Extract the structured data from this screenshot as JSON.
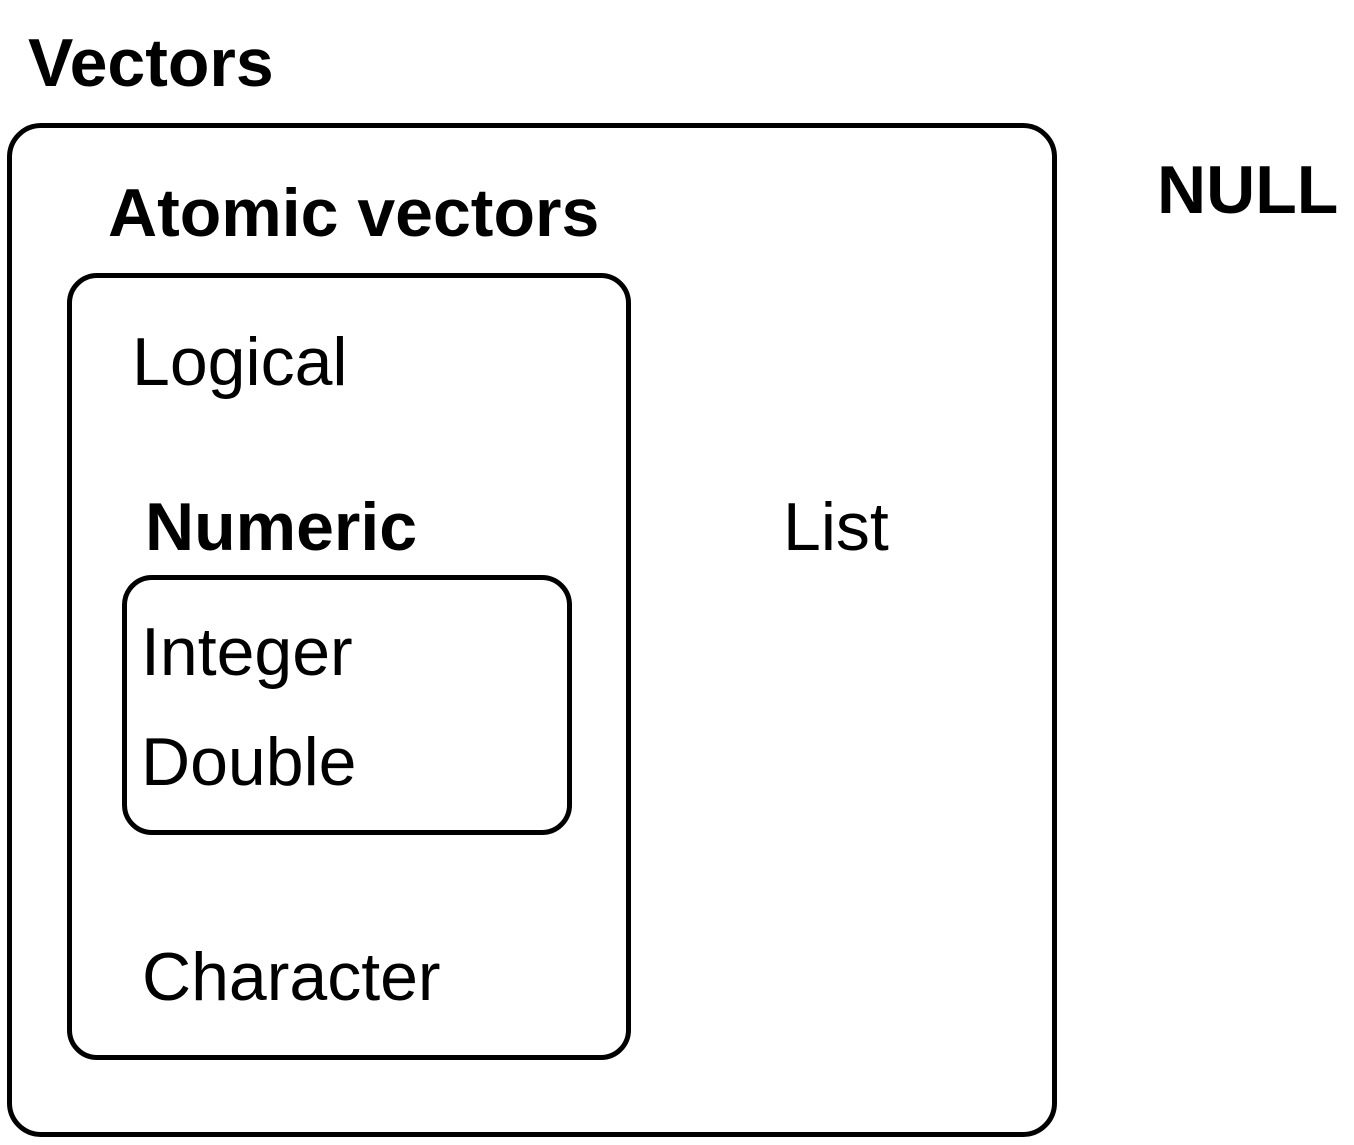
{
  "colors": {
    "stroke": "#000000",
    "text": "#000000",
    "background": "#ffffff"
  },
  "labels": {
    "vectors": "Vectors",
    "null": "NULL",
    "atomic_vectors": "Atomic vectors",
    "logical": "Logical",
    "numeric": "Numeric",
    "integer": "Integer",
    "double": "Double",
    "character": "Character",
    "list": "List"
  },
  "hierarchy": {
    "Vectors": {
      "Atomic vectors": {
        "Logical": {},
        "Numeric": {
          "Integer": {},
          "Double": {}
        },
        "Character": {}
      },
      "List": {}
    },
    "NULL": {}
  }
}
